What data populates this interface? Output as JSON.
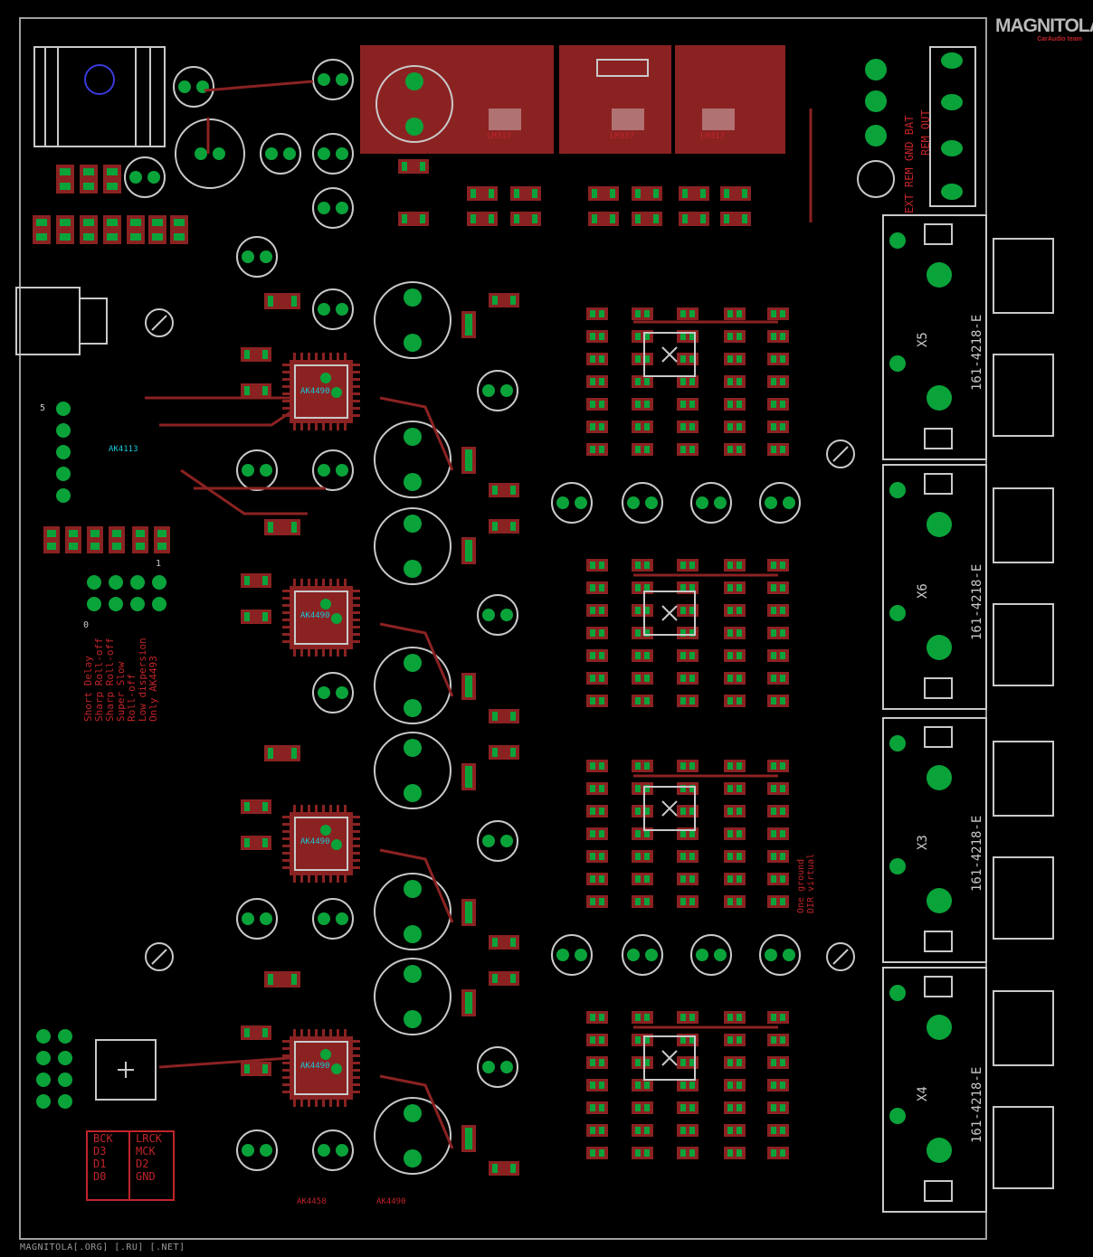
{
  "logo": {
    "main": "MAGNITOLA",
    "sub": "CarAudio team"
  },
  "footer": "MAGNITOLA[.ORG] [.RU] [.NET]",
  "power_terminal": {
    "labels": [
      "BAT+",
      "GND",
      "REM",
      "EXT+"
    ],
    "ext_labels": [
      "BAT",
      "GND",
      "REM OUT",
      "EXT"
    ]
  },
  "regulators": [
    "LM317",
    "LM337",
    "LM317"
  ],
  "ics": {
    "dsp": "AK4490",
    "usb": "AK4113",
    "main": "AK4458"
  },
  "jumper_labels": [
    "Short Delay",
    "Sharp Roll-off",
    "Sharp Roll-off",
    "Super Slow",
    "Roll-off",
    "Low dispersion",
    "Only AK4493"
  ],
  "jumper_numbers": [
    "0",
    "1",
    "5"
  ],
  "pin_table": {
    "left": [
      "BCK",
      "D3",
      "D1",
      "D0"
    ],
    "right": [
      "LRCK",
      "MCK",
      "D2",
      "GND"
    ]
  },
  "connectors": [
    {
      "ref": "X5",
      "part": "161-4218-E"
    },
    {
      "ref": "X6",
      "part": "161-4218-E"
    },
    {
      "ref": "X3",
      "part": "161-4218-E"
    },
    {
      "ref": "X4",
      "part": "161-4218-E"
    }
  ],
  "ground_note": [
    "One ground",
    "DIR virtual"
  ],
  "bottom_parts": [
    "AK4458",
    "AK4490"
  ],
  "colors": {
    "copper": "#8b2222",
    "pad": "#0aa33a",
    "silk": "#c9c9c9",
    "outline": "#9a9a9a"
  }
}
